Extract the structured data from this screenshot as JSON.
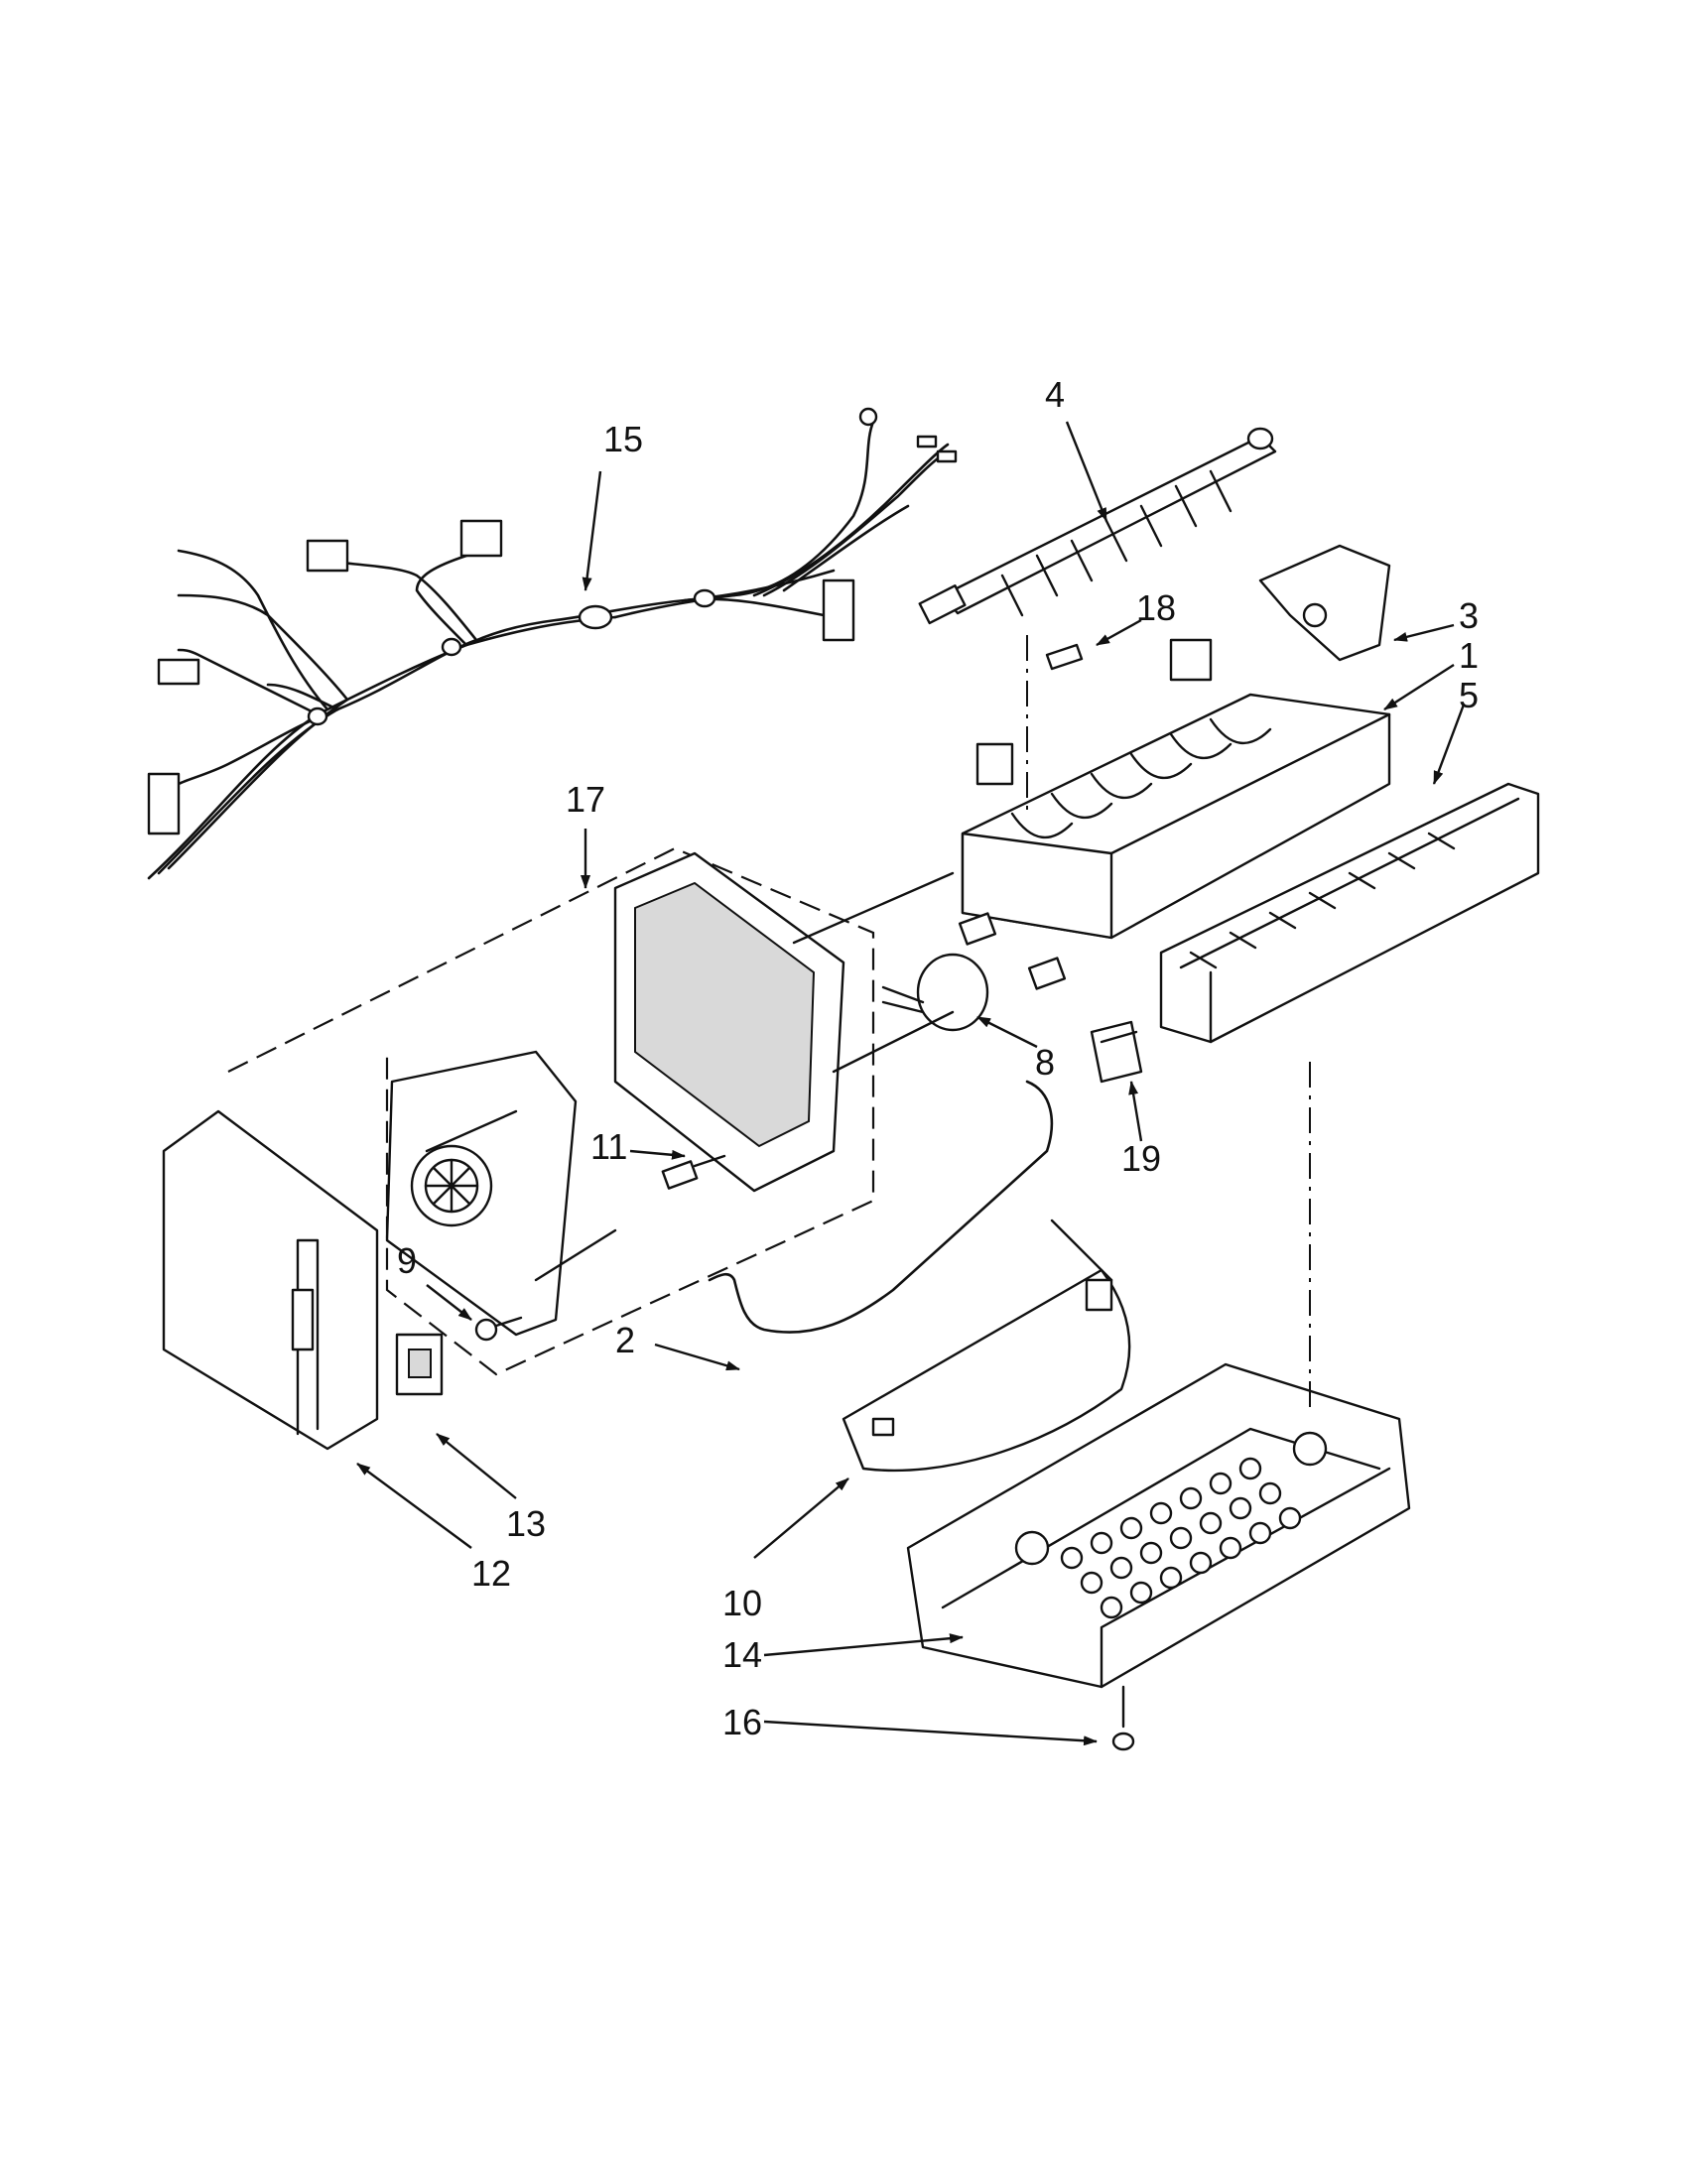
{
  "callouts": {
    "c1": "1",
    "c2": "2",
    "c3": "3",
    "c4": "4",
    "c5": "5",
    "c8": "8",
    "c9": "9",
    "c10": "10",
    "c11": "11",
    "c12": "12",
    "c13": "13",
    "c14": "14",
    "c15": "15",
    "c16": "16",
    "c17": "17",
    "c18": "18",
    "c19": "19"
  }
}
